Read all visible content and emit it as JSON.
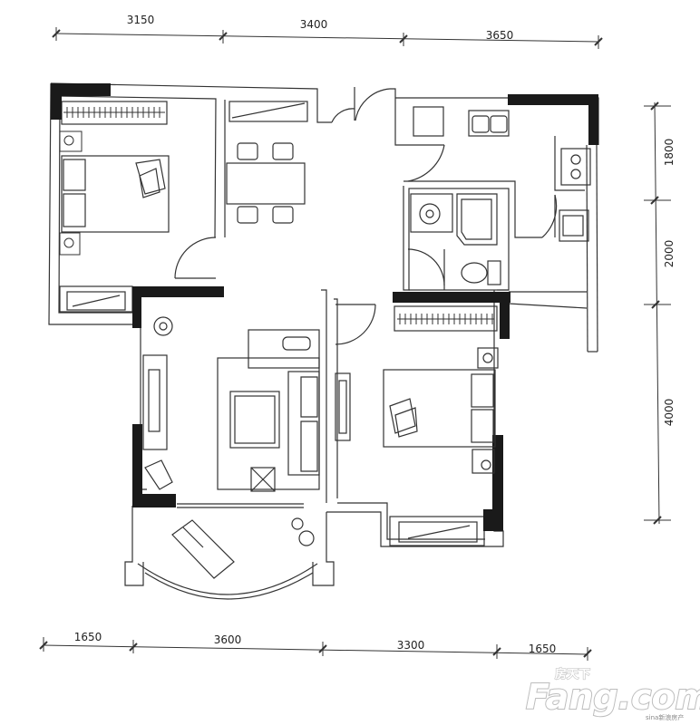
{
  "dimensions": {
    "top": [
      "3150",
      "3400",
      "3650"
    ],
    "right": [
      "1800",
      "2000",
      "4000"
    ],
    "bottom": [
      "1650",
      "3600",
      "3300",
      "1650"
    ]
  },
  "watermark": {
    "text_cn": "房天下",
    "text_en": "Fang.com",
    "small": "sina新浪房产"
  },
  "colors": {
    "wall": "#1a1a1a",
    "line": "#333333",
    "watermark": "#bdbdbd"
  }
}
